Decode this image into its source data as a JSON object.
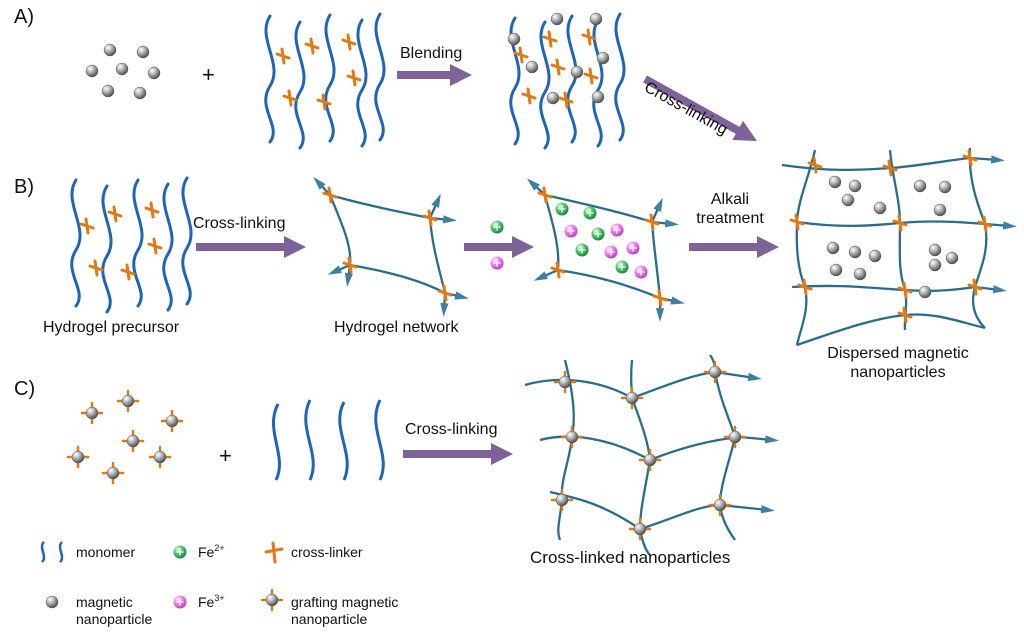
{
  "sections": {
    "a": "A)",
    "b": "B)",
    "c": "C)"
  },
  "operators": {
    "plus": "+"
  },
  "arrows": {
    "blending": "Blending",
    "crosslinking_diag": "Cross-linking",
    "crosslinking_b": "Cross-linking",
    "alkali_1": "Alkali",
    "alkali_2": "treatment",
    "crosslinking_c": "Cross-linking"
  },
  "captions": {
    "hydrogel_precursor": "Hydrogel precursor",
    "hydrogel_network": "Hydrogel network",
    "dispersed_1": "Dispersed magnetic",
    "dispersed_2": "nanoparticles",
    "crosslinked_np": "Cross-linked nanoparticles"
  },
  "legend": {
    "monomer": "monomer",
    "fe2_base": "Fe",
    "fe2_sup": "2+",
    "crosslinker": "cross-linker",
    "magnetic_1": "magnetic",
    "magnetic_2": "nanoparticle",
    "fe3_base": "Fe",
    "fe3_sup": "3+",
    "grafting_1": "grafting magnetic",
    "grafting_2": "nanoparticle"
  },
  "colors": {
    "monomer": "#1f64b5",
    "network": "#2a6c8c",
    "crosslinker": "#e07a16",
    "arrow": "#7e6399",
    "nanoparticle": "#9c9c9c",
    "fe2": "#2fb55a",
    "fe3": "#e05ee0"
  },
  "icons": [
    "monomer-icon",
    "cross-linker-icon",
    "magnetic-nanoparticle-icon",
    "fe2-ion-icon",
    "fe3-ion-icon",
    "grafting-nanoparticle-icon",
    "process-arrow-icon"
  ]
}
